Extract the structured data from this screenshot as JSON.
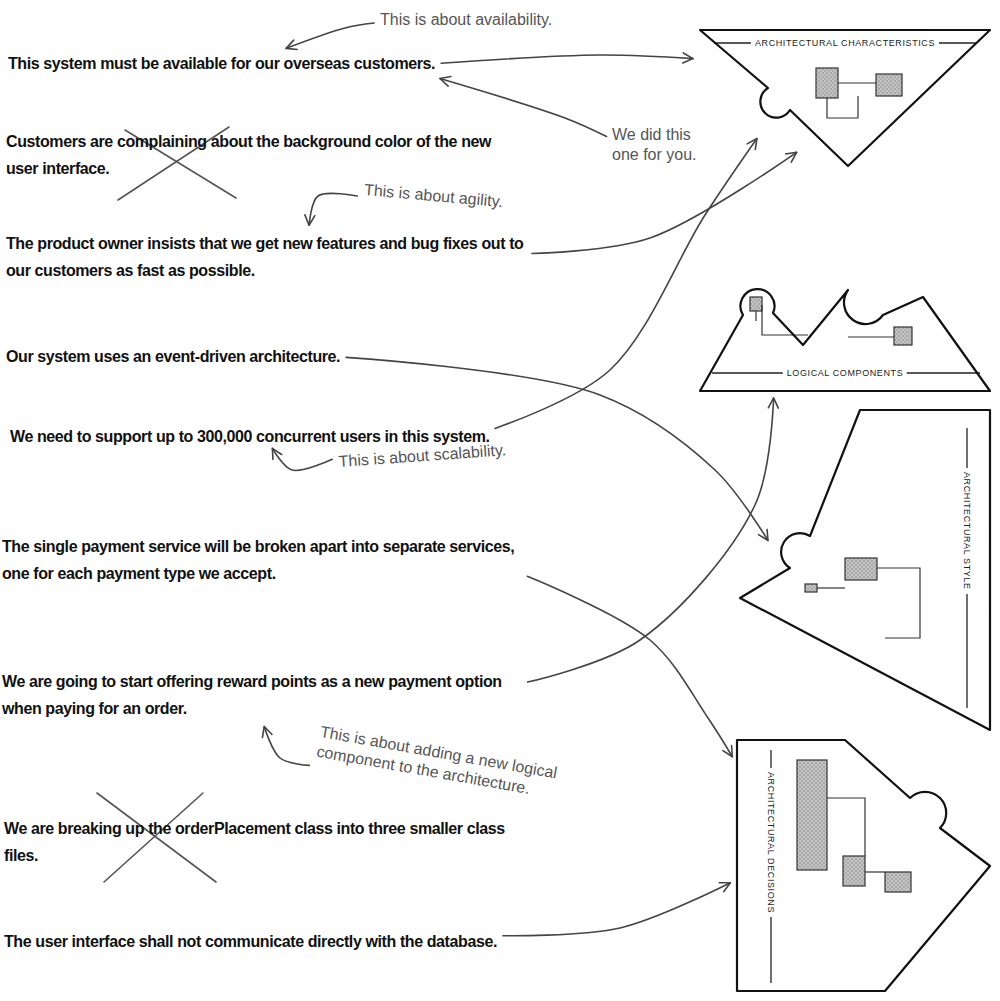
{
  "diagram": {
    "nodes": [
      {
        "text": [
          "This is about availability."
        ]
      },
      {
        "text": [
          "This system must be available for our overseas customers."
        ]
      },
      {
        "text": [
          "We did this one for you."
        ]
      },
      {
        "text": [
          "Customers are complaining about the background color of the new user interface."
        ]
      },
      {
        "text": [
          "This is about agility."
        ]
      },
      {
        "text": [
          "The product owner insists that we get new features and bug fixes out to our customers as fast as possible."
        ]
      },
      {
        "text": [
          "Our system uses an event-driven architecture."
        ]
      },
      {
        "text": [
          "We need to support up to 300,000 concurrent users in this system."
        ]
      },
      {
        "text": [
          "This is about scalability."
        ]
      },
      {
        "text": [
          "The single payment service will be broken apart into separate services, one for each payment type we accept."
        ]
      },
      {
        "text": [
          "We are going to start offering reward points as a new payment option when paying for an order."
        ]
      },
      {
        "text": [
          "This is about adding a new logical component to the architecture."
        ]
      },
      {
        "text": [
          "We are breaking up the orderPlacement class into three smaller class files."
        ]
      },
      {
        "text": [
          "The user interface shall not communicate directly with the database."
        ]
      },
      {
        "text": [
          "ARCHITECTURAL CHARACTERISTICS"
        ]
      },
      {
        "text": [
          "LOGICAL COMPONENTS"
        ]
      },
      {
        "text": [
          "ARCHITECTURAL STYLE"
        ]
      },
      {
        "text": [
          "ARCHITECTURAL DECISIONS"
        ]
      }
    ],
    "edges": [
      {
        "from": 1,
        "to": 14,
        "arrow": "to"
      },
      {
        "from": 5,
        "to": 14,
        "arrow": "to"
      },
      {
        "from": 6,
        "to": 16,
        "arrow": "to"
      },
      {
        "from": 7,
        "to": 14,
        "arrow": "to"
      },
      {
        "from": 9,
        "to": 17,
        "arrow": "to"
      },
      {
        "from": 10,
        "to": 15,
        "arrow": "to"
      },
      {
        "from": 13,
        "to": 17,
        "arrow": "to"
      },
      {
        "from": 0,
        "to": 1,
        "arrow": "to"
      },
      {
        "from": 2,
        "to": 1,
        "arrow": "to"
      },
      {
        "from": 4,
        "to": 5,
        "arrow": "to"
      },
      {
        "from": 8,
        "to": 7,
        "arrow": "to"
      },
      {
        "from": 11,
        "to": 10,
        "arrow": "to"
      }
    ]
  }
}
